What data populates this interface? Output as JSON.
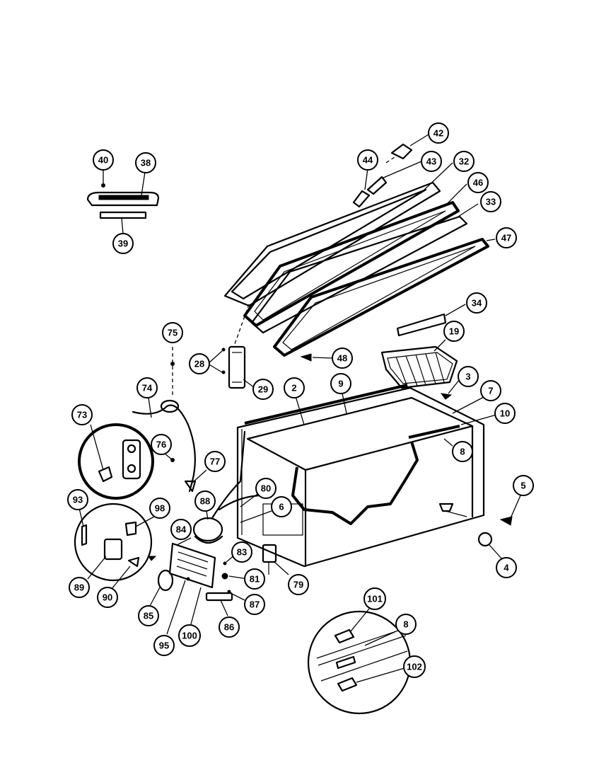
{
  "callouts": [
    {
      "id": "c40",
      "label": "40"
    },
    {
      "id": "c38",
      "label": "38"
    },
    {
      "id": "c39",
      "label": "39"
    },
    {
      "id": "c42",
      "label": "42"
    },
    {
      "id": "c44",
      "label": "44"
    },
    {
      "id": "c43",
      "label": "43"
    },
    {
      "id": "c32",
      "label": "32"
    },
    {
      "id": "c46",
      "label": "46"
    },
    {
      "id": "c33",
      "label": "33"
    },
    {
      "id": "c47",
      "label": "47"
    },
    {
      "id": "c34",
      "label": "34"
    },
    {
      "id": "c19",
      "label": "19"
    },
    {
      "id": "c75",
      "label": "75"
    },
    {
      "id": "c28",
      "label": "28"
    },
    {
      "id": "c48",
      "label": "48"
    },
    {
      "id": "c29",
      "label": "29"
    },
    {
      "id": "c3",
      "label": "3"
    },
    {
      "id": "c2",
      "label": "2"
    },
    {
      "id": "c9",
      "label": "9"
    },
    {
      "id": "c7",
      "label": "7"
    },
    {
      "id": "c74",
      "label": "74"
    },
    {
      "id": "c10",
      "label": "10"
    },
    {
      "id": "c73",
      "label": "73"
    },
    {
      "id": "c8a",
      "label": "8"
    },
    {
      "id": "c76",
      "label": "76"
    },
    {
      "id": "c77",
      "label": "77"
    },
    {
      "id": "c5",
      "label": "5"
    },
    {
      "id": "c93",
      "label": "93"
    },
    {
      "id": "c80",
      "label": "80"
    },
    {
      "id": "c88",
      "label": "88"
    },
    {
      "id": "c98",
      "label": "98"
    },
    {
      "id": "c6",
      "label": "6"
    },
    {
      "id": "c84",
      "label": "84"
    },
    {
      "id": "c83",
      "label": "83"
    },
    {
      "id": "c4",
      "label": "4"
    },
    {
      "id": "c81",
      "label": "81"
    },
    {
      "id": "c79",
      "label": "79"
    },
    {
      "id": "c89",
      "label": "89"
    },
    {
      "id": "c90",
      "label": "90"
    },
    {
      "id": "c87",
      "label": "87"
    },
    {
      "id": "c101",
      "label": "101"
    },
    {
      "id": "c85",
      "label": "85"
    },
    {
      "id": "c86",
      "label": "86"
    },
    {
      "id": "c8b",
      "label": "8"
    },
    {
      "id": "c100",
      "label": "100"
    },
    {
      "id": "c95",
      "label": "95"
    },
    {
      "id": "c102",
      "label": "102"
    }
  ]
}
